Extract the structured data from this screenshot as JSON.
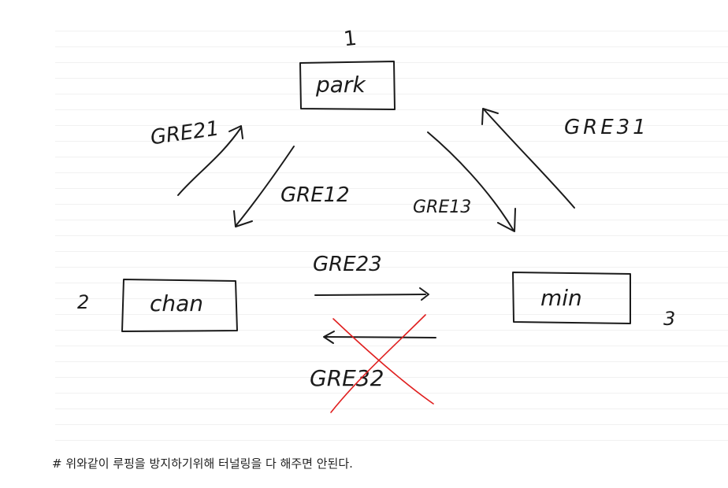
{
  "nodes": {
    "park": {
      "label": "park",
      "number": "1"
    },
    "chan": {
      "label": "chan",
      "number": "2"
    },
    "min": {
      "label": "min",
      "number": "3"
    }
  },
  "edges": {
    "gre21": "GRE21",
    "gre12": "GRE12",
    "gre13": "GRE13",
    "gre31": "GRE31",
    "gre23": "GRE23",
    "gre32": "GRE32"
  },
  "colors": {
    "ink": "#1b1b1b",
    "strike": "#e02020"
  },
  "caption": "# 위와같이 루핑을 방지하기위해 터널링을 다 해주면 안된다."
}
